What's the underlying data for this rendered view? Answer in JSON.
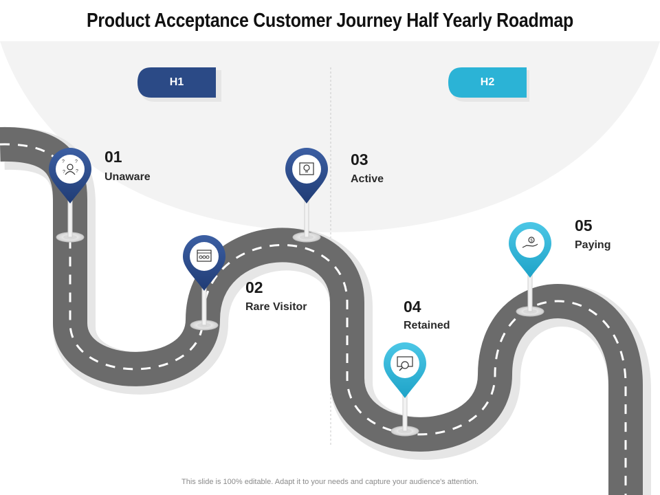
{
  "title": "Product Acceptance Customer Journey Half Yearly Roadmap",
  "halves": [
    {
      "label": "H1",
      "color": "#2b4a86"
    },
    {
      "label": "H2",
      "color": "#2bb3d6"
    }
  ],
  "stages": [
    {
      "number": "01",
      "label": "Unaware",
      "icon": "confused-person-icon",
      "color": "#2b4a86"
    },
    {
      "number": "02",
      "label": "Rare Visitor",
      "icon": "website-visitors-icon",
      "color": "#2b4a86"
    },
    {
      "number": "03",
      "label": "Active",
      "icon": "idea-board-icon",
      "color": "#2b4a86"
    },
    {
      "number": "04",
      "label": "Retained",
      "icon": "search-users-icon",
      "color": "#2bb3d6"
    },
    {
      "number": "05",
      "label": "Paying",
      "icon": "money-hand-icon",
      "color": "#2bb3d6"
    }
  ],
  "footer": "This slide is 100% editable. Adapt it to your needs and capture your audience's attention."
}
